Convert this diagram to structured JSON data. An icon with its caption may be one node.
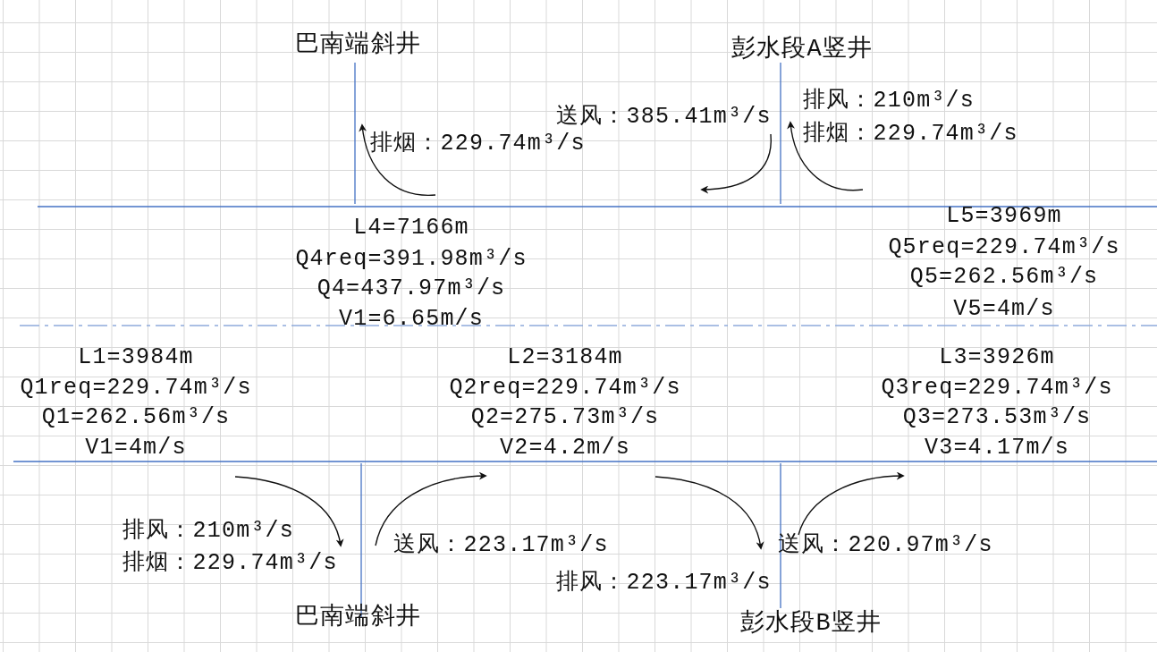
{
  "diagram": {
    "labels": [
      "巴南端斜井",
      "彭水段A竖井",
      "送风：385.41m³/s",
      "排风：210m³/s",
      "排烟：229.74m³/s",
      "排烟：229.74m³/s",
      "L4=7166m",
      "Q4req=391.98m³/s",
      "Q4=437.97m³/s",
      "V1=6.65m/s",
      "L5=3969m",
      "Q5req=229.74m³/s",
      "Q5=262.56m³/s",
      "V5=4m/s",
      "L1=3984m",
      "Q1req=229.74m³/s",
      "Q1=262.56m³/s",
      "V1=4m/s",
      "L2=3184m",
      "Q2req=229.74m³/s",
      "Q2=275.73m³/s",
      "V2=4.2m/s",
      "L3=3926m",
      "Q3req=229.74m³/s",
      "Q3=273.53m³/s",
      "V3=4.17m/s",
      "排风：210m³/s",
      "排烟：229.74m³/s",
      "送风：223.17m³/s",
      "送风：220.97m³/s",
      "排风：223.17m³/s",
      "巴南端斜井",
      "彭水段B竖井"
    ]
  }
}
